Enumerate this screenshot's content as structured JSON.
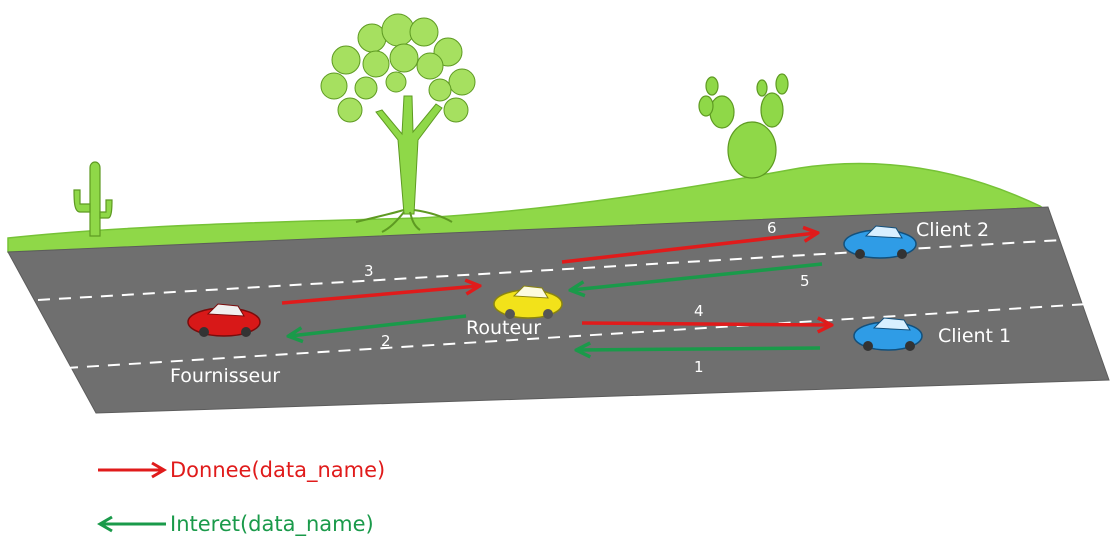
{
  "nodes": {
    "provider": "Fournisseur",
    "router": "Routeur",
    "client1": "Client 1",
    "client2": "Client 2"
  },
  "steps": {
    "s1": "1",
    "s2": "2",
    "s3": "3",
    "s4": "4",
    "s5": "5",
    "s6": "6"
  },
  "legend": {
    "data": "Donnee(data_name)",
    "interest": "Interet(data_name)"
  },
  "colors": {
    "data_arrow": "#e01b1b",
    "interest_arrow": "#1a9a4a",
    "grass": "#8fd848",
    "road": "#6f6f6f",
    "car_provider": "#d81818",
    "car_router": "#f2e21a",
    "car_client": "#2f9ce6"
  }
}
